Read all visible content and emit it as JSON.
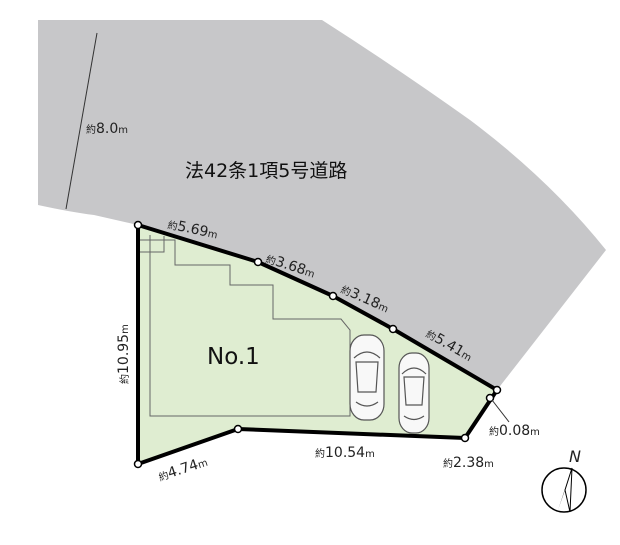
{
  "road": {
    "name": "法42条1項5号道路",
    "width": {
      "prefix": "約",
      "value": "8.0",
      "unit": "m"
    }
  },
  "lot": {
    "name": "No.1"
  },
  "dimensions": {
    "top_1": {
      "prefix": "約",
      "value": "5.69",
      "unit": "m"
    },
    "top_2": {
      "prefix": "約",
      "value": "3.68",
      "unit": "m"
    },
    "top_3": {
      "prefix": "約",
      "value": "3.18",
      "unit": "m"
    },
    "top_4": {
      "prefix": "約",
      "value": "5.41",
      "unit": "m"
    },
    "left": {
      "prefix": "約",
      "value": "10.95",
      "unit": "m"
    },
    "bottom_1": {
      "prefix": "約",
      "value": "4.74",
      "unit": "m"
    },
    "bottom_2": {
      "prefix": "約",
      "value": "10.54",
      "unit": "m"
    },
    "bottom_3": {
      "prefix": "約",
      "value": "2.38",
      "unit": "m"
    },
    "corner": {
      "prefix": "約",
      "value": "0.08",
      "unit": "m"
    }
  },
  "compass": {
    "label": "N"
  },
  "colors": {
    "road_fill": "#c7c7c9",
    "lot_fill": "#dfedd1",
    "boundary": "#000000"
  },
  "icons": [
    "car-icon",
    "compass-icon"
  ]
}
